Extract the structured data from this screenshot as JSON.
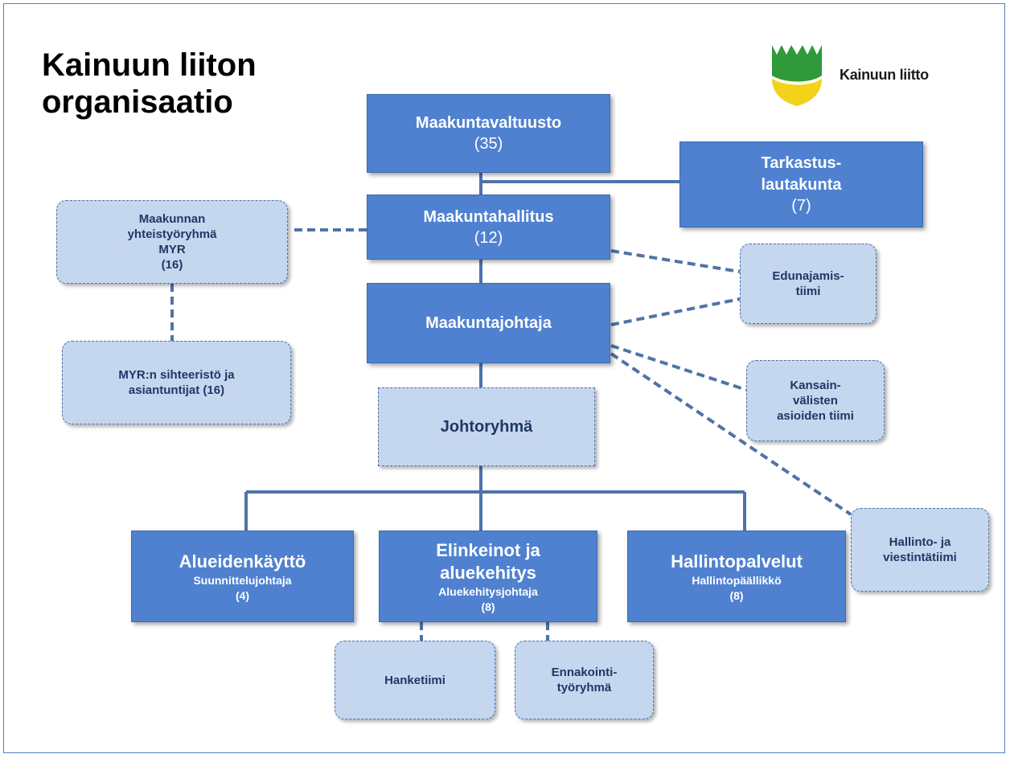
{
  "title": "Kainuun liiton\norganisaatio",
  "brand": {
    "name": "Kainuun liitto",
    "logo_icon": "kainuu-coat-of-arms",
    "colors": {
      "green": "#2e9a3a",
      "yellow": "#f2d21a"
    }
  },
  "colors": {
    "solid_box": "#4f81d0",
    "dashed_box": "#c5d6ef",
    "line": "#4f73a8",
    "frame": "#4f81bd"
  },
  "nodes": {
    "maakuntavaltuusto": {
      "title": "Maakuntavaltuusto",
      "count": "(35)"
    },
    "tarkastuslautakunta": {
      "title": "Tarkastus-\nlautakunta",
      "count": "(7)"
    },
    "maakuntahallitus": {
      "title": "Maakuntahallitus",
      "count": "(12)"
    },
    "maakuntajohtaja": {
      "title": "Maakuntajohtaja"
    },
    "johtoryhma": {
      "title": "Johtoryhmä"
    },
    "myr": {
      "title": "Maakunnan\nyhteistyöryhmä\nMYR\n(16)"
    },
    "myr_secretariat": {
      "title": "MYR:n sihteeristö ja\nasiantuntijat  (16)"
    },
    "edunajamistiimi": {
      "title": "Edunajamis-\ntiimi"
    },
    "kansainvaliset": {
      "title": "Kansain-\nvälisten\nasioiden tiimi"
    },
    "hallinto_viestinta": {
      "title": "Hallinto- ja\nviestintätiimi"
    },
    "alueidenkaytto": {
      "title": "Alueidenkäyttö",
      "subtitle": "Suunnittelujohtaja",
      "count": "(4)"
    },
    "elinkeinot": {
      "title": "Elinkeinot  ja\naluekehitys",
      "subtitle": "Aluekehitysjohtaja",
      "count": "(8)"
    },
    "hallintopalvelut": {
      "title": "Hallintopalvelut",
      "subtitle": "Hallintopäällikkö",
      "count": "(8)"
    },
    "hanketiimi": {
      "title": "Hanketiimi"
    },
    "ennakointi": {
      "title": "Ennakointi-\ntyöryhmä"
    }
  }
}
